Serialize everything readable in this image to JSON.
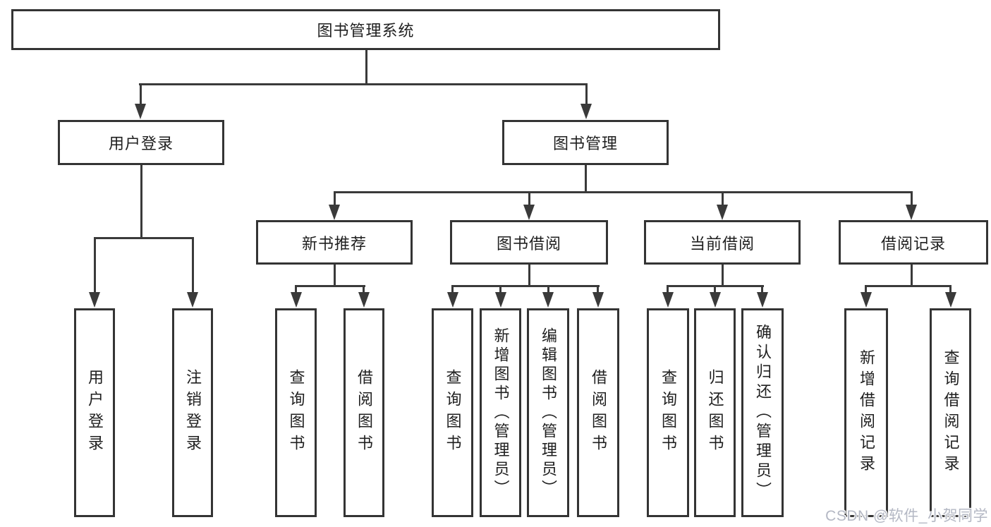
{
  "diagram": {
    "root": {
      "label": "图书管理系统"
    },
    "level2": [
      {
        "label": "用户登录"
      },
      {
        "label": "图书管理"
      }
    ],
    "level3": [
      {
        "label": "新书推荐"
      },
      {
        "label": "图书借阅"
      },
      {
        "label": "当前借阅"
      },
      {
        "label": "借阅记录"
      }
    ],
    "leaves": {
      "user_login": [
        "用户登录",
        "注销登录"
      ],
      "new_book": [
        "查询图书",
        "借阅图书"
      ],
      "book_borrow": [
        "查询图书",
        "新增图书（管理员）",
        "编辑图书（管理员）",
        "借阅图书"
      ],
      "current_borrow": [
        "查询图书",
        "归还图书",
        "确认归还（管理员）"
      ],
      "borrow_record": [
        "新增借阅记录",
        "查询借阅记录"
      ]
    },
    "watermark": "CSDN @软件_小贺同学"
  },
  "colors": {
    "background": "#ffffff",
    "line": "#3a3a3a",
    "box_border": "#343434",
    "text": "#1f1f1f",
    "watermark": "#b4b8c4"
  }
}
